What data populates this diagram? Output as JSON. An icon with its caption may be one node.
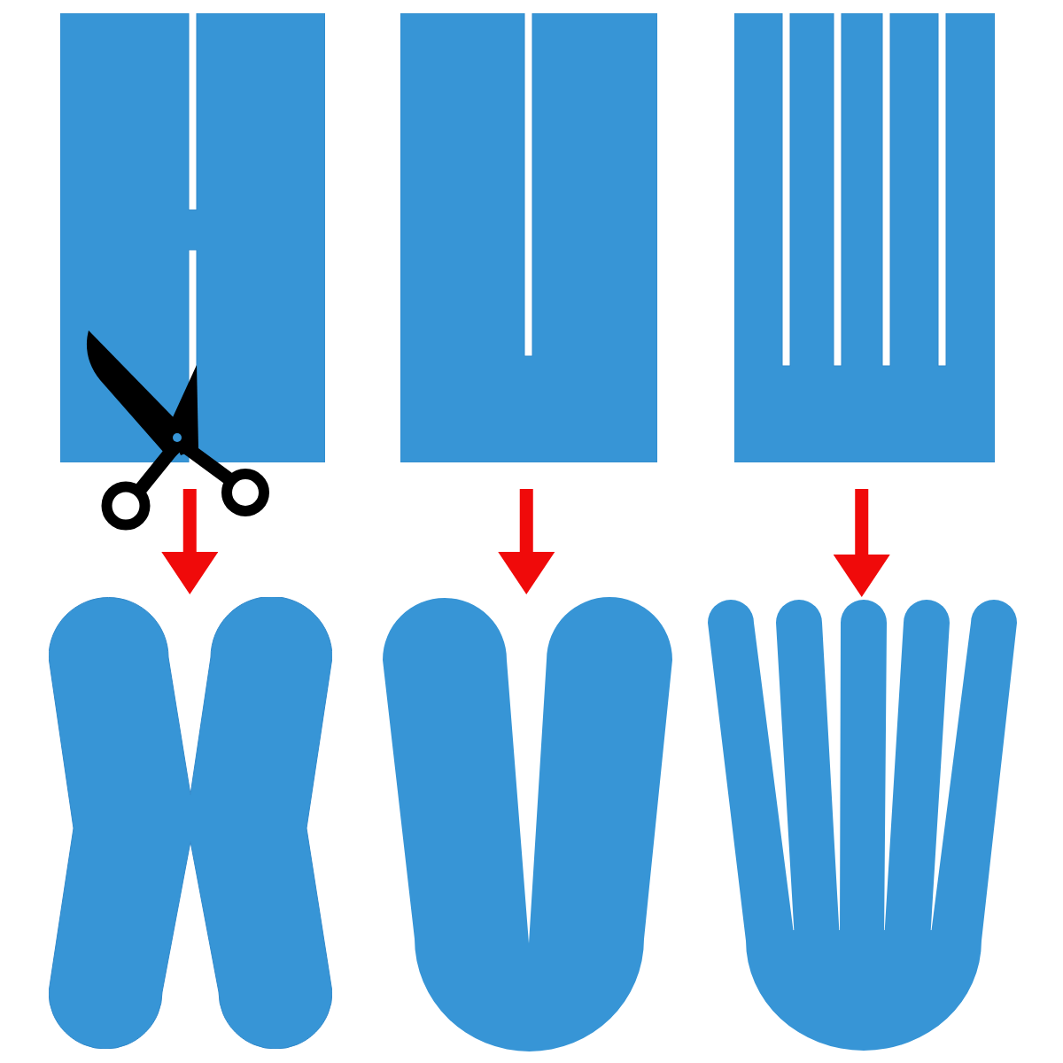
{
  "diagram": {
    "nodes": [
      {
        "text": [],
        "shape": "box"
      },
      {
        "text": [],
        "shape": "box"
      },
      {
        "text": [],
        "shape": "box"
      },
      {
        "text": [],
        "shape": "box"
      },
      {
        "text": [],
        "shape": "picture"
      },
      {
        "text": [],
        "shape": "picture"
      }
    ],
    "edges": [
      {
        "from": 0,
        "to": 3,
        "arrow": "to"
      },
      {
        "from": 1,
        "to": 4,
        "arrow": "to"
      },
      {
        "from": 2,
        "to": 5,
        "arrow": "to"
      }
    ]
  }
}
